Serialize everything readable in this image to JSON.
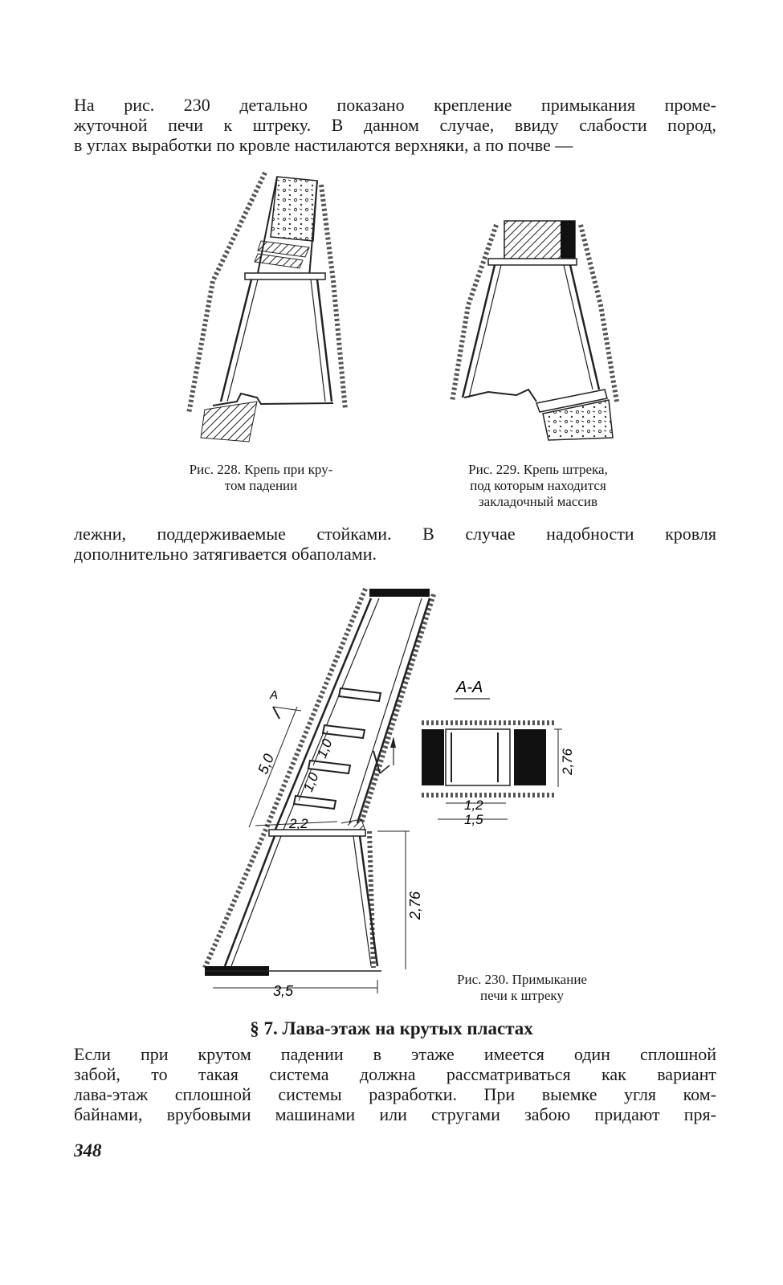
{
  "paragraph1": [
    "На рис. 230 детально показано крепление примыкания проме-",
    "жуточной печи к штреку. В данном случае, ввиду слабости пород,",
    "в углах выработки по кровле настилаются верхняки, а по почве —"
  ],
  "fig228_caption": [
    "Рис. 228. Крепь при кру-",
    "том падении"
  ],
  "fig229_caption": [
    "Рис. 229. Крепь штрека,",
    "под которым находится",
    "закладочный массив"
  ],
  "paragraph2": [
    "лежни, поддерживаемые стойками. В случае надобности кровля",
    "дополнительно затягивается обаполами."
  ],
  "fig230_caption": [
    "Рис. 230. Примыкание",
    "печи к штреку"
  ],
  "fig230_labels": {
    "section_title": "А-А",
    "marker_a": "А",
    "dim_5_0": "5,0",
    "dim_1_0a": "1,0",
    "dim_1_0b": "1,0",
    "dim_2_2": "2,2",
    "dim_2_76_main": "2,76",
    "dim_3_5": "3,5",
    "dim_2_76_section": "2,76",
    "dim_1_2": "1,2",
    "dim_1_5": "1,5"
  },
  "heading": "§ 7. Лава-этаж на крутых пластах",
  "paragraph3": [
    "Если при крутом падении в этаже имеется один сплошной",
    "забой, то такая система должна рассматриваться как вариант",
    "лава-этаж сплошной системы разработки. При выемке угля ком-",
    "байнами, врубовыми машинами или стругами забою придают пря-"
  ],
  "page_number": "348"
}
